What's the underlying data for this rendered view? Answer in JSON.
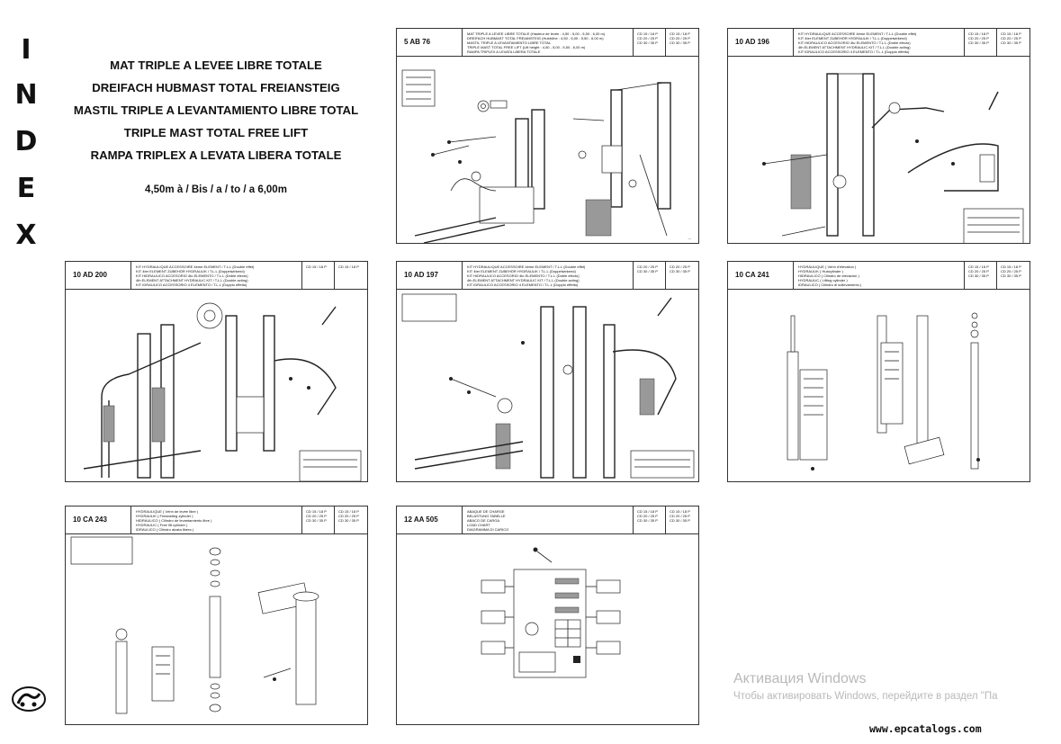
{
  "index_letters": [
    "I",
    "N",
    "D",
    "E",
    "X"
  ],
  "title_lines": [
    "MAT TRIPLE A LEVEE LIBRE TOTALE",
    "DREIFACH HUBMAST TOTAL FREIANSTEIG",
    "MASTIL TRIPLE A LEVANTAMIENTO LIBRE TOTAL",
    "TRIPLE MAST TOTAL FREE LIFT",
    "RAMPA TRIPLEX A LEVATA LIBERA TOTALE"
  ],
  "subtitle": "4,50m à / Bis / a / to / a 6,00m",
  "pages": [
    {
      "code": "5 AB 76",
      "desc": [
        "MAT TRIPLE A LEVEE LIBRE TOTALE (Hauteur de levée : 4,50 - 5,00 - 5,50 - 6,00 m)",
        "DREIFACH HUBMAST TOTAL FREIANSTEIG (Hubhöhe : 4,50 - 5,00 - 5,50 - 6,00 m)",
        "MASTIL TRIPLE A LEVANTAMIENTO LIBRE TOTAL",
        "TRIPLE MAST TOTAL FREE LIFT (Lift height : 4,50 - 5,00 - 5,50 - 6,00 m)",
        "RAMPA TRIPLEX A LEVATA LIBERA TOTALE"
      ],
      "col1": [
        "CD 15 / 18 P",
        "CD 20 / 25 P",
        "CD 30 / 35 P"
      ],
      "col2": [
        "CD 15 / 18 P",
        "CD 20 / 25 P",
        "CD 30 / 35 P"
      ]
    },
    {
      "code": "10 AD 196",
      "desc": [
        "KIT HYDRAULIQUE ACCESSOIRE 4ème ELEMENT / T.L.L (Double effet)",
        "KIT 4ter ELEMENT ZUBEHÖR HYDRAULIK / T.L.L (Doppelwirkend)",
        "KIT HIDRAULICO ACCESORIO 4to ELEMENTO / T.L.L (Doble efecto)",
        "4th ELEMENT ATTACHMENT HYDRAULIC KIT / T.L.L (Double acting)",
        "KIT IDRAULICO ACCESSORIO 4 ELEMENTO / T.L.L (Doppio effetto)"
      ],
      "col1": [
        "CD 15 / 18 P",
        "CD 20 / 25 P",
        "CD 30 / 35 P"
      ],
      "col2": [
        "CD 15 / 18 P",
        "CD 20 / 25 P",
        "CD 30 / 35 P"
      ]
    },
    {
      "code": "10 AD 200",
      "desc": [
        "KIT HYDRAULIQUE ACCESSOIRE 4ème ELEMENT / T.L.L (Double effet)",
        "KIT 4ter ELEMENT ZUBEHÖR HYDRAULIK / T.L.L (Doppelwirkend)",
        "KIT HIDRAULICO ACCESORIO 4to ELEMENTO / T.L.L (Doble efecto)",
        "4th ELEMENT ATTACHMENT HYDRAULIC KIT / T.L.L (Double acting)",
        "KIT IDRAULICO ACCESSORIO 4 ELEMENTO / T.L.L (Doppio effetto)"
      ],
      "col1": [
        "CD 15 / 18 P"
      ],
      "col2": [
        "CD 15 / 18 P"
      ]
    },
    {
      "code": "10 AD 197",
      "desc": [
        "KIT HYDRAULIQUE ACCESSOIRE 4ème ELEMENT / T.L.L (Double effet)",
        "KIT 4ter ELEMENT ZUBEHÖR HYDRAULIK / T.L.L (Doppelwirkend)",
        "KIT HIDRAULICO ACCESORIO 4to ELEMENTO / T.L.L (Doble efecto)",
        "4th ELEMENT ATTACHMENT HYDRAULIC KIT / T.L.L (Double acting)",
        "KIT IDRAULICO ACCESSORIO 4 ELEMENTO / T.L.L (Doppio effetto)"
      ],
      "col1": [
        "CD 20 / 25 P",
        "CD 30 / 35 P"
      ],
      "col2": [
        "CD 20 / 25 P",
        "CD 30 / 35 P"
      ]
    },
    {
      "code": "10 CA 241",
      "desc": [
        "HYDRAULIQUE ( Vérin d'élévation )",
        "HYDRAULIK ( Hubzylinder )",
        "HIDRAULICO ( Cilindro de elevación )",
        "HYDRAULIC ( Lifting cylinder )",
        "IDRAULICO ( Cilindro di sollevamento )"
      ],
      "col1": [
        "CD 15 / 18 P",
        "CD 20 / 25 P",
        "CD 30 / 35 P"
      ],
      "col2": [
        "CD 15 / 18 P",
        "CD 20 / 25 P",
        "CD 30 / 35 P"
      ]
    },
    {
      "code": "10 CA 243",
      "desc": [
        "HYDRAULIQUE ( Vérin de levée libre )",
        "HYDRAULIK ( Freianstieg zylinder )",
        "HIDRAULICO ( Cilindro de levantamiento libre )",
        "HYDRAULIC ( Free lift cylinder )",
        "IDRAULICO ( Cilindro alzata libera )"
      ],
      "col1": [
        "CD 15 / 18 P",
        "CD 20 / 25 P",
        "CD 30 / 35 P"
      ],
      "col2": [
        "CD 15 / 18 P",
        "CD 20 / 25 P",
        "CD 30 / 35 P"
      ]
    },
    {
      "code": "12 AA 505",
      "desc": [
        "ABAQUE DE CHARGE",
        "BELASTUNG TABELLE",
        "ABACO DE CARGA",
        "LOAD CHART",
        "DIAGRAMMA DI CARICO"
      ],
      "col1": [
        "CD 15 / 18 P",
        "CD 20 / 25 P",
        "CD 30 / 35 P"
      ],
      "col2": [
        "CD 15 / 18 P",
        "CD 20 / 25 P",
        "CD 30 / 35 P"
      ]
    }
  ],
  "activation": {
    "title": "Активация Windows",
    "message": "Чтобы активировать Windows, перейдите в раздел \"Па"
  },
  "watermark": "www.epcatalogs.com",
  "colors": {
    "ink": "#111111",
    "line": "#222222",
    "activation_gray": "#b9b9b9"
  }
}
